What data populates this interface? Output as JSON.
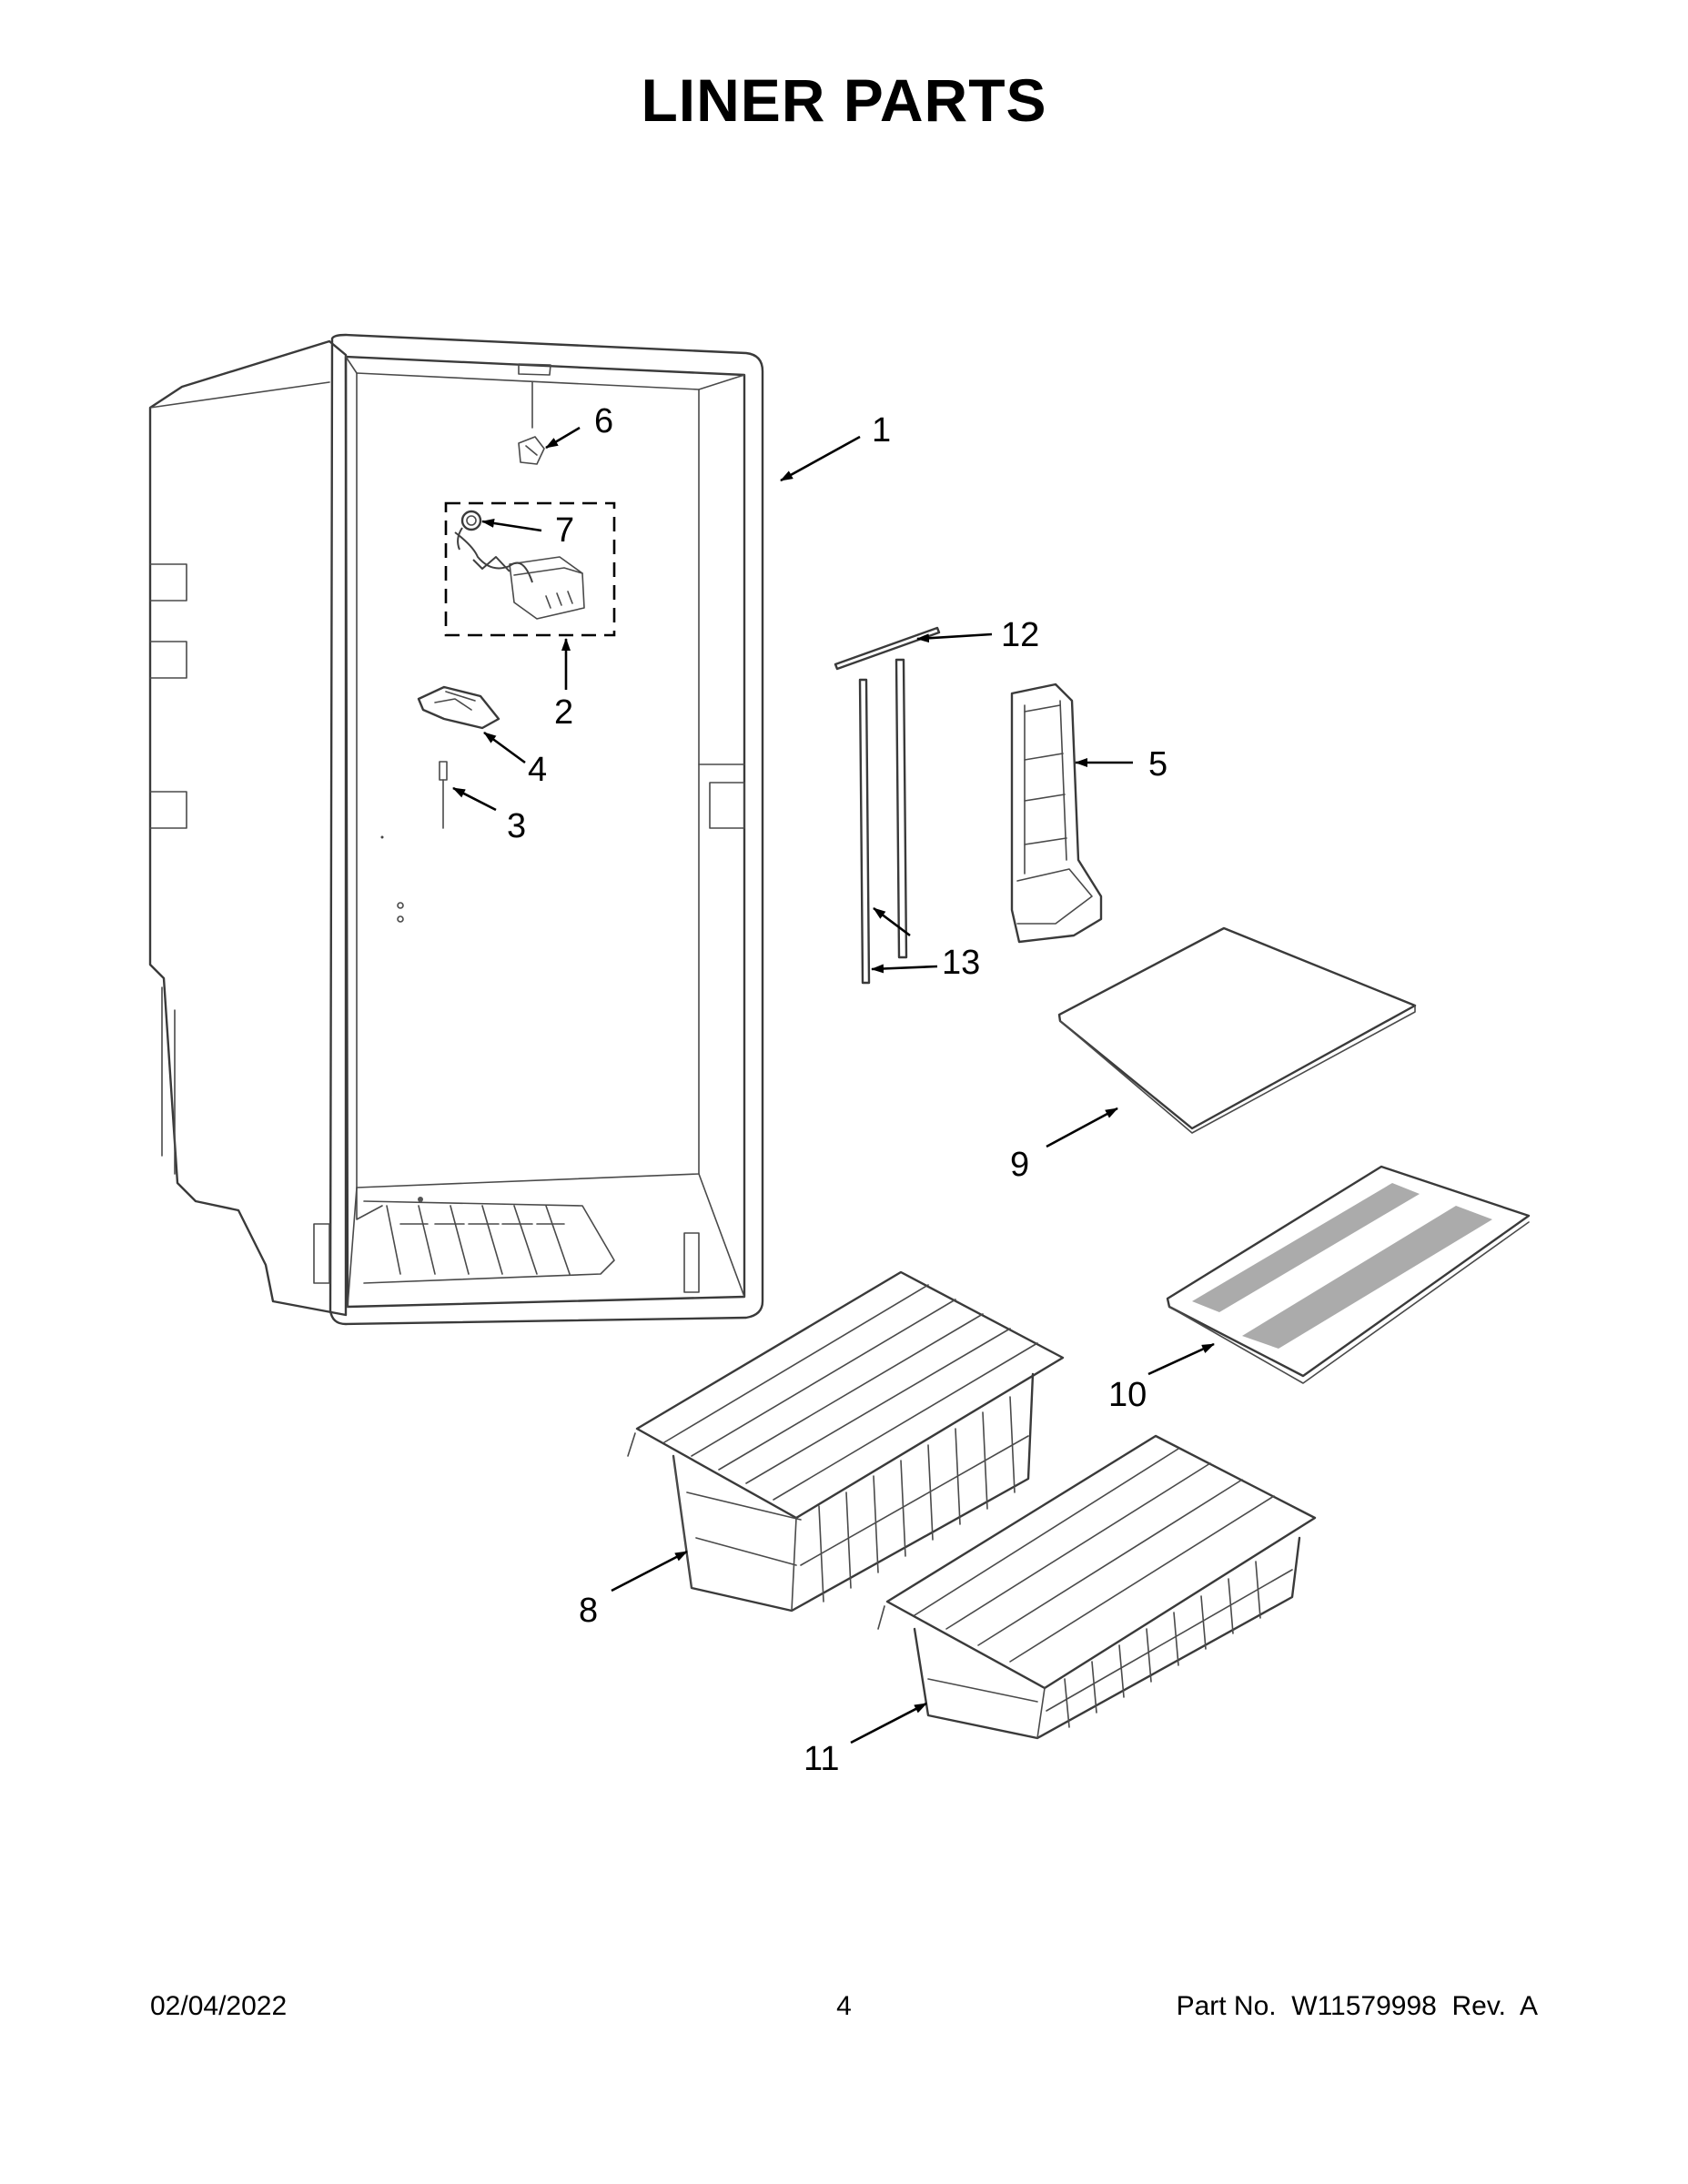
{
  "title": "LINER PARTS",
  "callouts": {
    "c1": "1",
    "c2": "2",
    "c3": "3",
    "c4": "4",
    "c5": "5",
    "c6": "6",
    "c7": "7",
    "c8": "8",
    "c9": "9",
    "c10": "10",
    "c11": "11",
    "c12": "12",
    "c13": "13"
  },
  "footer": {
    "date": "02/04/2022",
    "page": "4",
    "part": "Part No.  W11579998  Rev.  A"
  }
}
